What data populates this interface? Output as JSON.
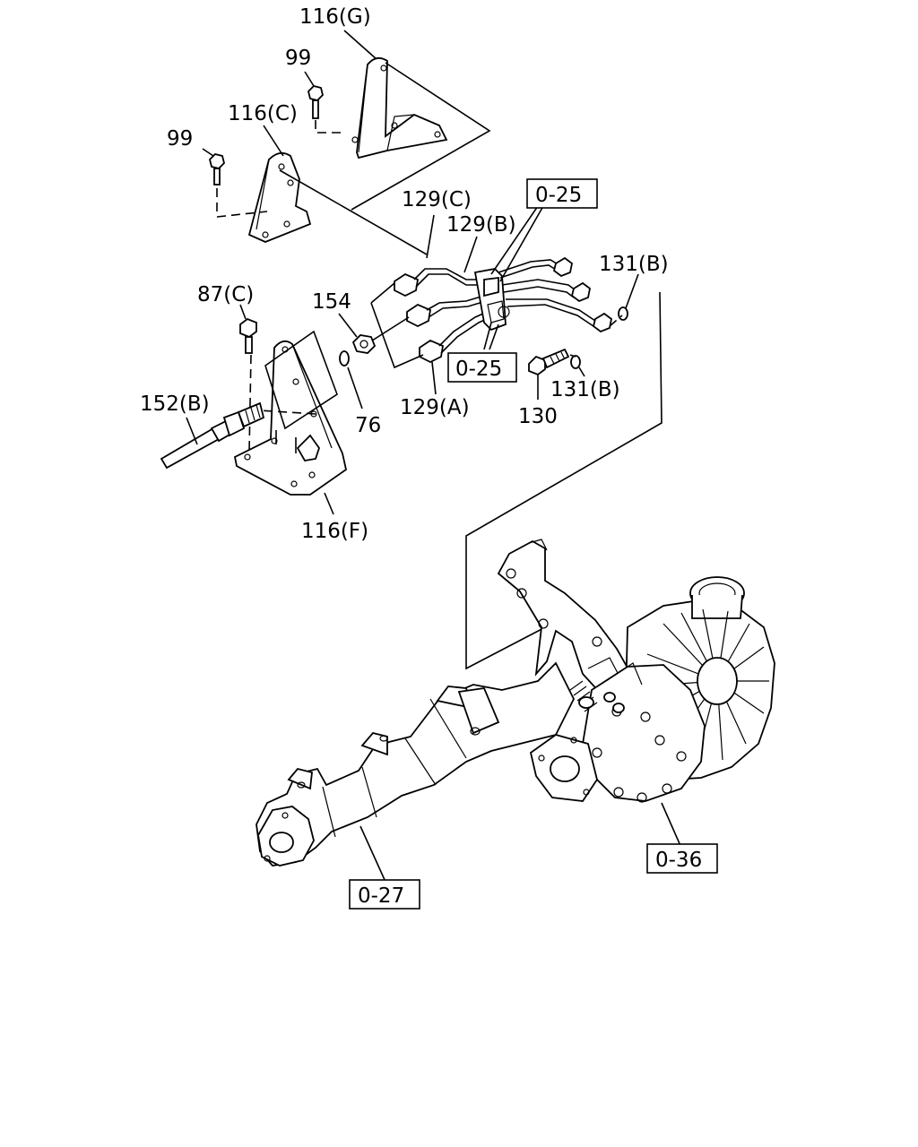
{
  "labels": {
    "l116g": "116(G)",
    "l99a": "99",
    "l116c": "116(C)",
    "l99b": "99",
    "l129c": "129(C)",
    "l129b": "129(B)",
    "l131b_top": "131(B)",
    "l87c": "87(C)",
    "l154": "154",
    "l129a": "129(A)",
    "l131b_bottom": "131(B)",
    "l130": "130",
    "l152b": "152(B)",
    "l76": "76",
    "l116f": "116(F)"
  },
  "refs": {
    "r025_top": "0-25",
    "r025_mid": "0-25",
    "r036": "0-36",
    "r027": "0-27"
  }
}
